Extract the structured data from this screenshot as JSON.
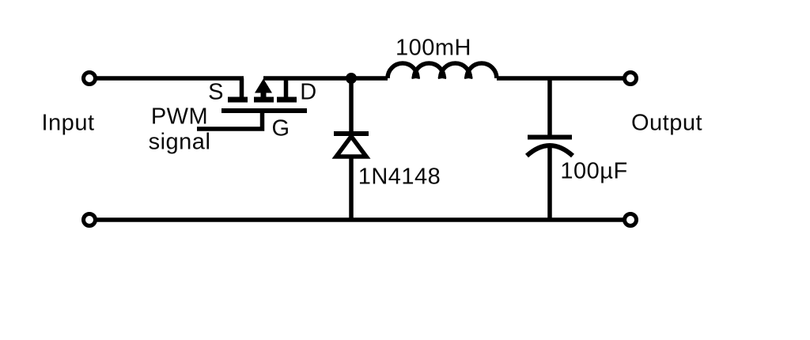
{
  "colors": {
    "line": "#000000",
    "background": "#ffffff",
    "text": "#0a0a0a"
  },
  "schematic": {
    "input_label": "Input",
    "output_label": "Output",
    "pwm_label_line1": "PWM",
    "pwm_label_line2": "signal",
    "mosfet": {
      "source_label": "S",
      "drain_label": "D",
      "gate_label": "G"
    },
    "inductor": {
      "value": "100mH"
    },
    "diode": {
      "part_number": "1N4148"
    },
    "capacitor": {
      "value": "100µF"
    }
  }
}
